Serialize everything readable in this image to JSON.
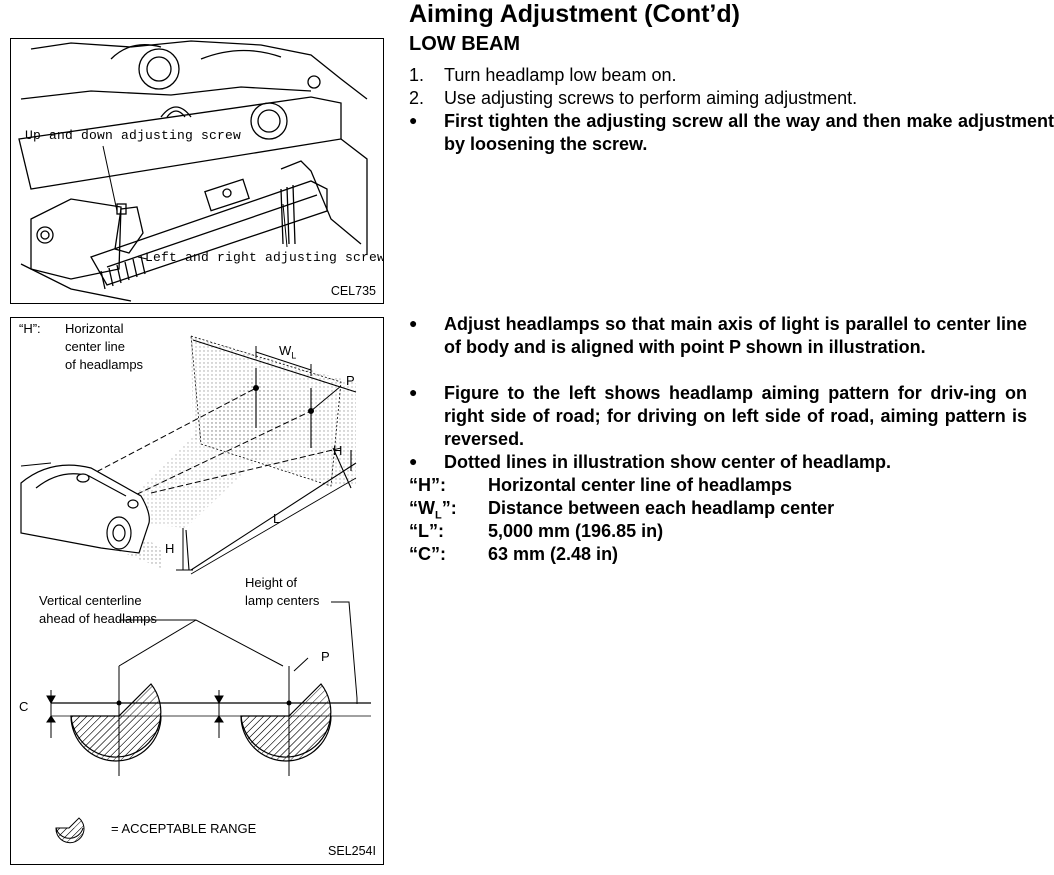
{
  "title": "Aiming Adjustment (Cont’d)",
  "subtitle": "LOW BEAM",
  "steps": [
    {
      "marker": "1.",
      "text": "Turn headlamp low beam on."
    },
    {
      "marker": "2.",
      "text": "Use adjusting screws to perform aiming adjustment."
    }
  ],
  "bullets_top": [
    "First tighten the adjusting screw all the way and then make adjustment by loosening the screw."
  ],
  "bullets_bottom": [
    "Adjust headlamps so that main axis of light is parallel to center line of body and is aligned with point P shown in illustration.",
    "Figure to the left shows headlamp aiming pattern for driv-ing on right side of road; for driving on left side of road, aiming pattern is reversed.",
    "Dotted lines in illustration show center of headlamp."
  ],
  "definitions": [
    {
      "key": "“H”:",
      "value": "Horizontal center line of headlamps"
    },
    {
      "key": "“W",
      "key_sub": "L",
      "key_end": "”:",
      "value": "Distance between each headlamp center"
    },
    {
      "key": "“L”:",
      "value": "5,000 mm (196.85 in)"
    },
    {
      "key": "“C”:",
      "value": "63 mm (2.48 in)"
    }
  ],
  "figure1": {
    "code": "CEL735",
    "label_up_down": "Up and down adjusting screw",
    "label_left_right": "Left and right adjusting screw"
  },
  "figure2": {
    "code": "SEL254I",
    "legend_key": "“H”:",
    "legend_text": [
      "Horizontal",
      "center line",
      "of headlamps"
    ],
    "label_wl": "W",
    "label_wl_sub": "L",
    "label_p": "P",
    "label_h": "H",
    "label_l": "L",
    "label_c": "C",
    "label_height": [
      "Height of",
      "lamp centers"
    ],
    "label_vertical": [
      "Vertical centerline",
      "ahead of headlamps"
    ],
    "label_acceptable": "= ACCEPTABLE RANGE"
  }
}
